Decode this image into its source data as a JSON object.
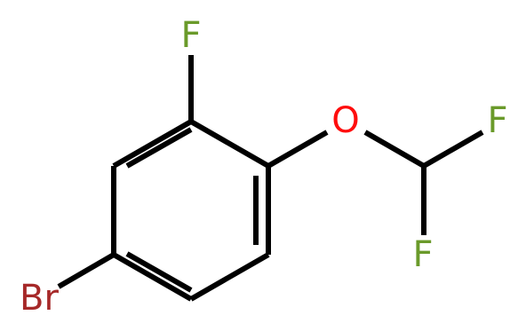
{
  "molecule": {
    "atoms": {
      "fluorine_ring": {
        "symbol": "F",
        "color": "#6a9a2a"
      },
      "oxygen": {
        "symbol": "O",
        "color": "#ff0d0d"
      },
      "fluorine_top_right": {
        "symbol": "F",
        "color": "#6a9a2a"
      },
      "fluorine_bottom": {
        "symbol": "F",
        "color": "#6a9a2a"
      },
      "bromine": {
        "symbol": "Br",
        "color": "#a62929"
      }
    },
    "bond_color": "#000000"
  }
}
